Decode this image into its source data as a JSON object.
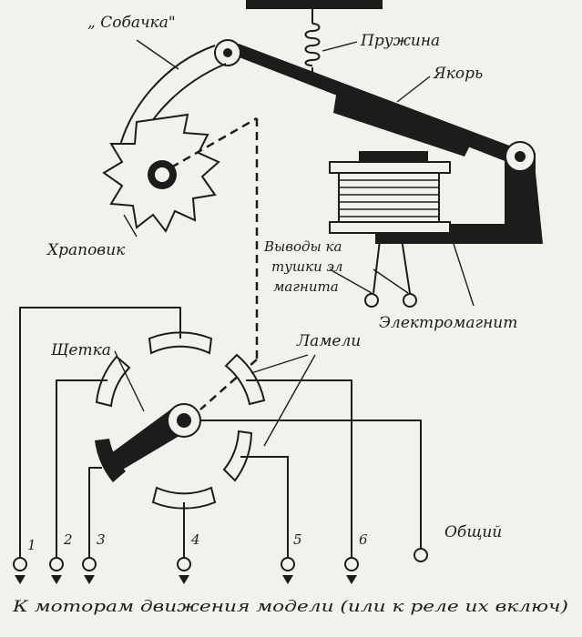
{
  "labels": {
    "dog": "„ Собачка\"",
    "spring": "Пружина",
    "armature": "Якорь",
    "ratchet": "Храповик",
    "coil_leads_1": "Выводы ка",
    "coil_leads_2": "тушки эл",
    "coil_leads_3": "магнита",
    "electromagnet": "Электромагнит",
    "brush": "Щетка",
    "lamellae": "Ламели",
    "common": "Общий",
    "footer": "К моторам движения модели (или к реле их включ)"
  },
  "terminals": [
    "1",
    "2",
    "3",
    "4",
    "5",
    "6"
  ],
  "colors": {
    "ink": "#1c1c1c",
    "paper": "#f3f1ec"
  }
}
